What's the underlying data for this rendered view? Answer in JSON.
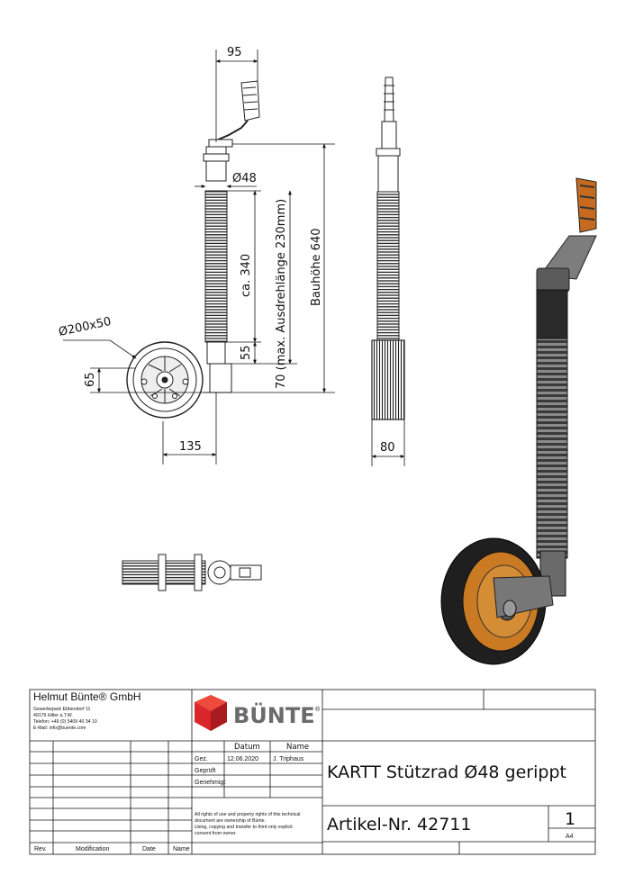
{
  "drawing": {
    "dimensions": {
      "crank_offset": "95",
      "tube_diameter": "Ø48",
      "length_approx": "ca. 340",
      "extension_note": "70 (max. Ausdrehlänge 230mm)",
      "overall_height": "Bauhöhe 640",
      "wheel_size": "Ø200x50",
      "clamp_55": "55",
      "offset_65": "65",
      "wheel_offset": "135",
      "side_width": "80"
    }
  },
  "title_block": {
    "company": "Helmut Bünte® GmbH",
    "address_lines": [
      "Gewerbepark Ebbendorf 11",
      "49176 Hilter a.T.W.",
      "Telefon: +49 (0) 5409 40 34 10",
      "E-Mail: info@buente.com"
    ],
    "brand": "BÜNTE",
    "registered": "®",
    "col_date": "Datum",
    "col_name": "Name",
    "row_drawn": "Gez.",
    "row_checked": "Geprüft",
    "row_approved": "Genehmigt",
    "drawn_date": "12.06.2020",
    "drawn_name": "J. Triphaus",
    "rights_lines": [
      "All rights of use and property rights of this technical",
      "document are ownership of Bünte.",
      "Using, copying and transfer to third only explicit",
      "consent from owner."
    ],
    "product_title": "KARTT Stützrad Ø48 gerippt",
    "article_number": "Artikel-Nr. 42711",
    "sheet": "1",
    "format": "A4",
    "rev_headers": [
      "Rev.",
      "Modification",
      "Date",
      "Name"
    ]
  }
}
